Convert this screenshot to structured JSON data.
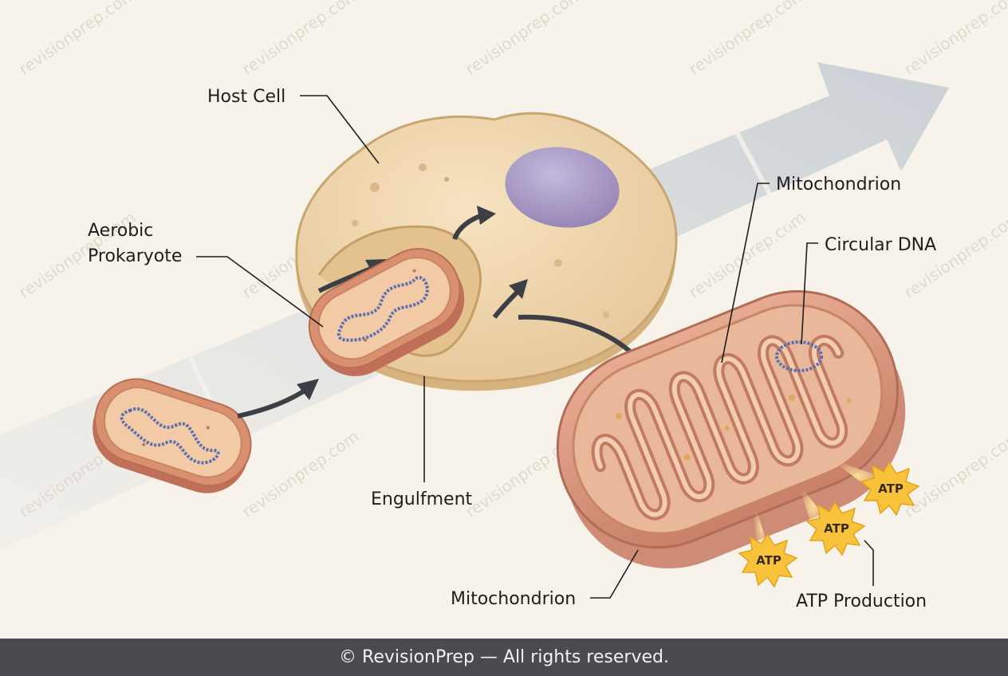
{
  "labels": {
    "host_cell": "Host Cell",
    "aerobic_line1": "Aerobic",
    "aerobic_line2": "Prokaryote",
    "engulfment": "Engulfment",
    "mitochondrion_top": "Mitochondrion",
    "circular_dna": "Circular DNA",
    "mitochondrion_bottom": "Mitochondrion",
    "atp_production": "ATP Production"
  },
  "atp_bursts": [
    "ATP",
    "ATP",
    "ATP"
  ],
  "watermark": "revisionprep.com",
  "footer": {
    "copyright": "© RevisionPrep — All rights reserved."
  },
  "colors": {
    "background": "#f7f3ea",
    "host_cell": "#efd6ac",
    "nucleus": "#a99bc4",
    "prokaryote": "#d98c6c",
    "mitochondrion": "#d4937a",
    "atp": "#f8c23a",
    "footer": "#4b4b4f"
  }
}
